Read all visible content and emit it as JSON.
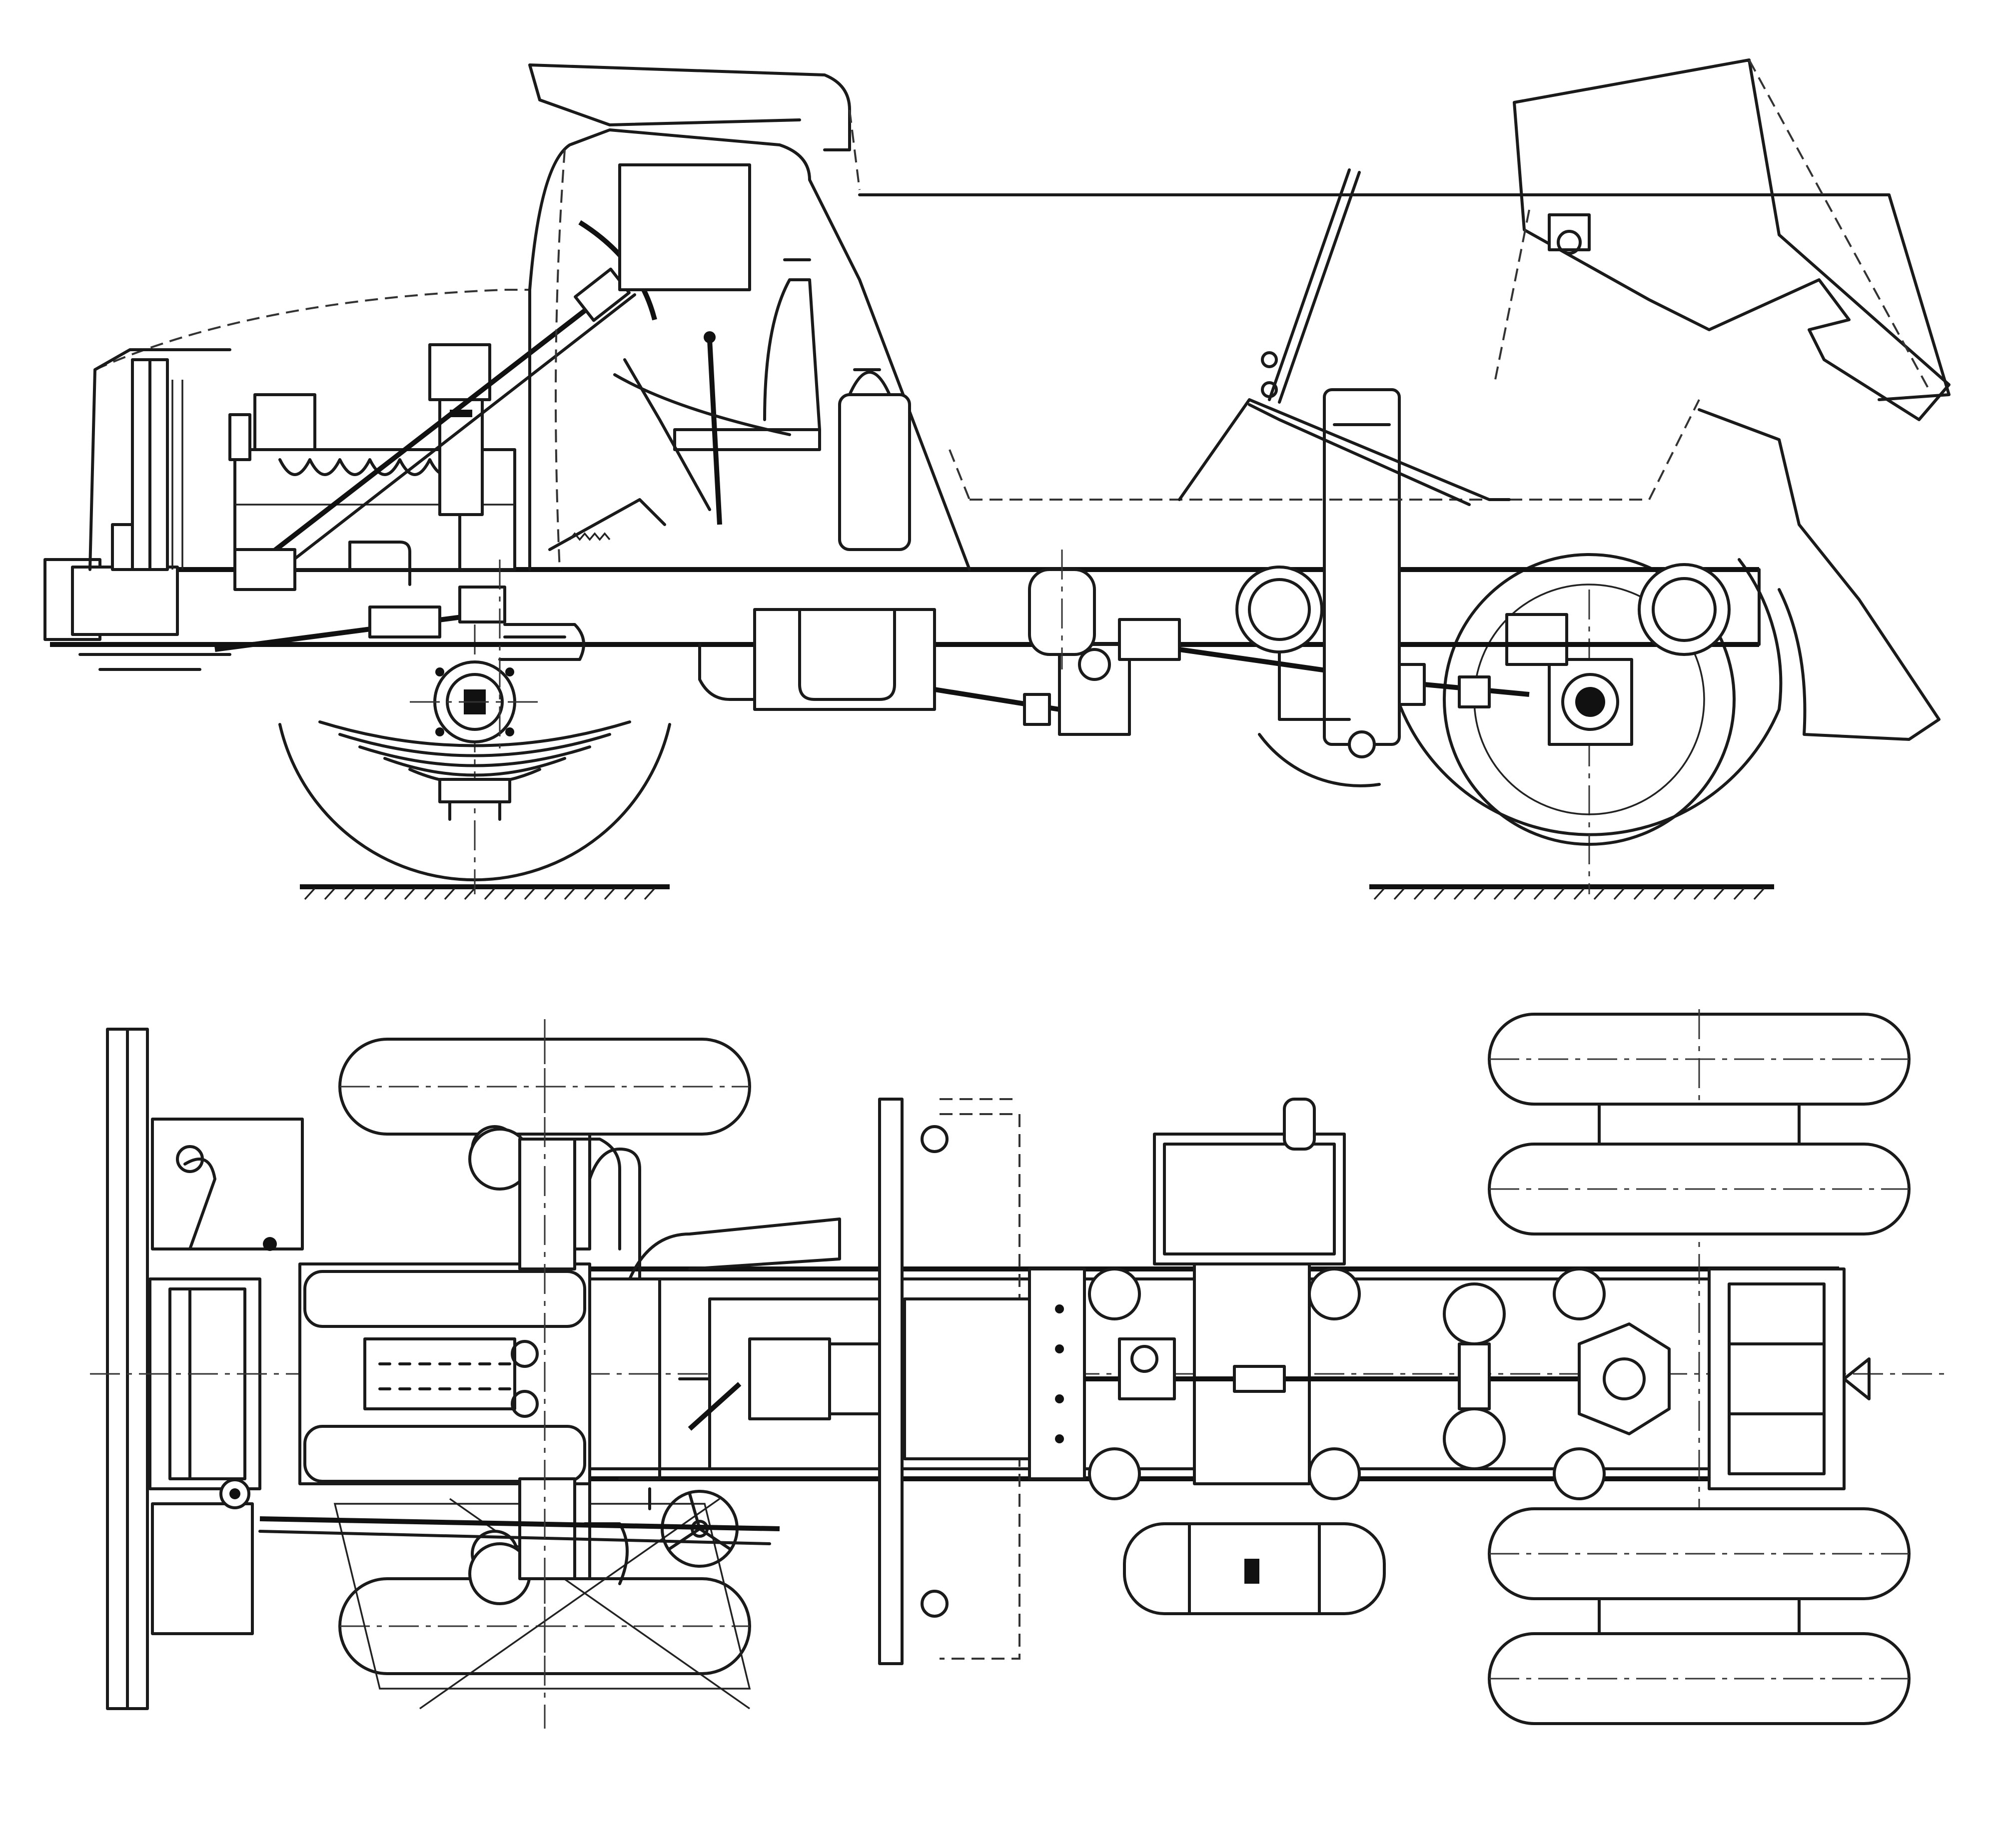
{
  "drawing": {
    "line_color": "#1a1a1a",
    "background": "#ffffff",
    "views": [
      {
        "key": "side",
        "name": "side-elevation-view"
      },
      {
        "key": "plan",
        "name": "plan-view"
      }
    ]
  }
}
